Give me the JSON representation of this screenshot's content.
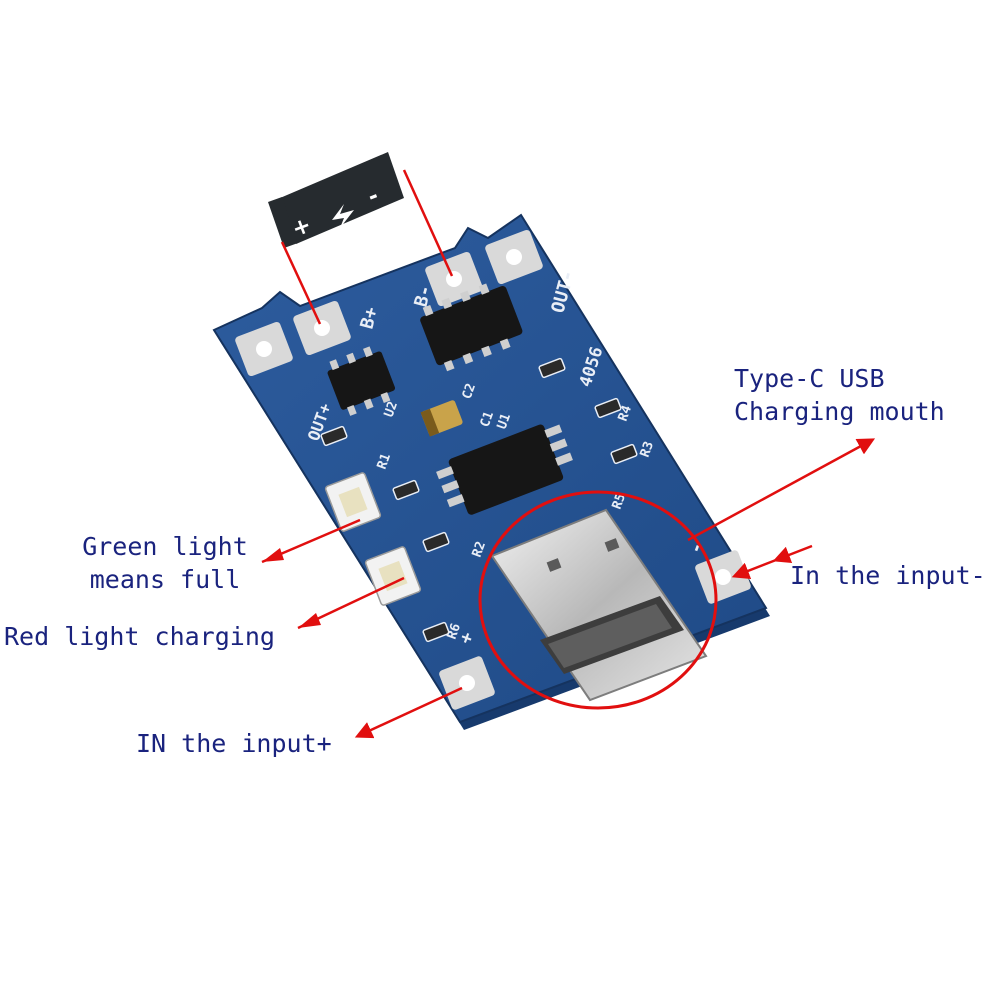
{
  "colors": {
    "label_text": "#1a237e",
    "arrow": "#e10f0f",
    "board_blue": "#25508f",
    "board_blue_dark": "#173a6d",
    "silkscreen": "#e9eef6",
    "pad_silver": "#dcdcdc",
    "chip_black": "#161616",
    "battery_dark": "#262b2f"
  },
  "battery": {
    "plus": "+",
    "minus": "-"
  },
  "board": {
    "marks": {
      "b_plus": "B+",
      "b_minus": "B-",
      "out_minus": "OUT-",
      "out_plus": "OUT+",
      "chip_id": "4056",
      "r1": "R1",
      "r2": "R2",
      "r3": "R3",
      "r4": "R4",
      "r5": "R5",
      "r6": "R6",
      "u1": "U1",
      "u2": "U2",
      "c1": "C1",
      "c2": "C2",
      "in_minus": "-",
      "in_plus": "+"
    }
  },
  "labels": {
    "usb": {
      "line1": "Type-C USB",
      "line2": "Charging mouth"
    },
    "green": {
      "line1": "Green light",
      "line2": "means full"
    },
    "red": {
      "text": "Red light charging"
    },
    "in_minus": {
      "text": "In the input-"
    },
    "in_plus": {
      "text": "IN the input+"
    }
  }
}
